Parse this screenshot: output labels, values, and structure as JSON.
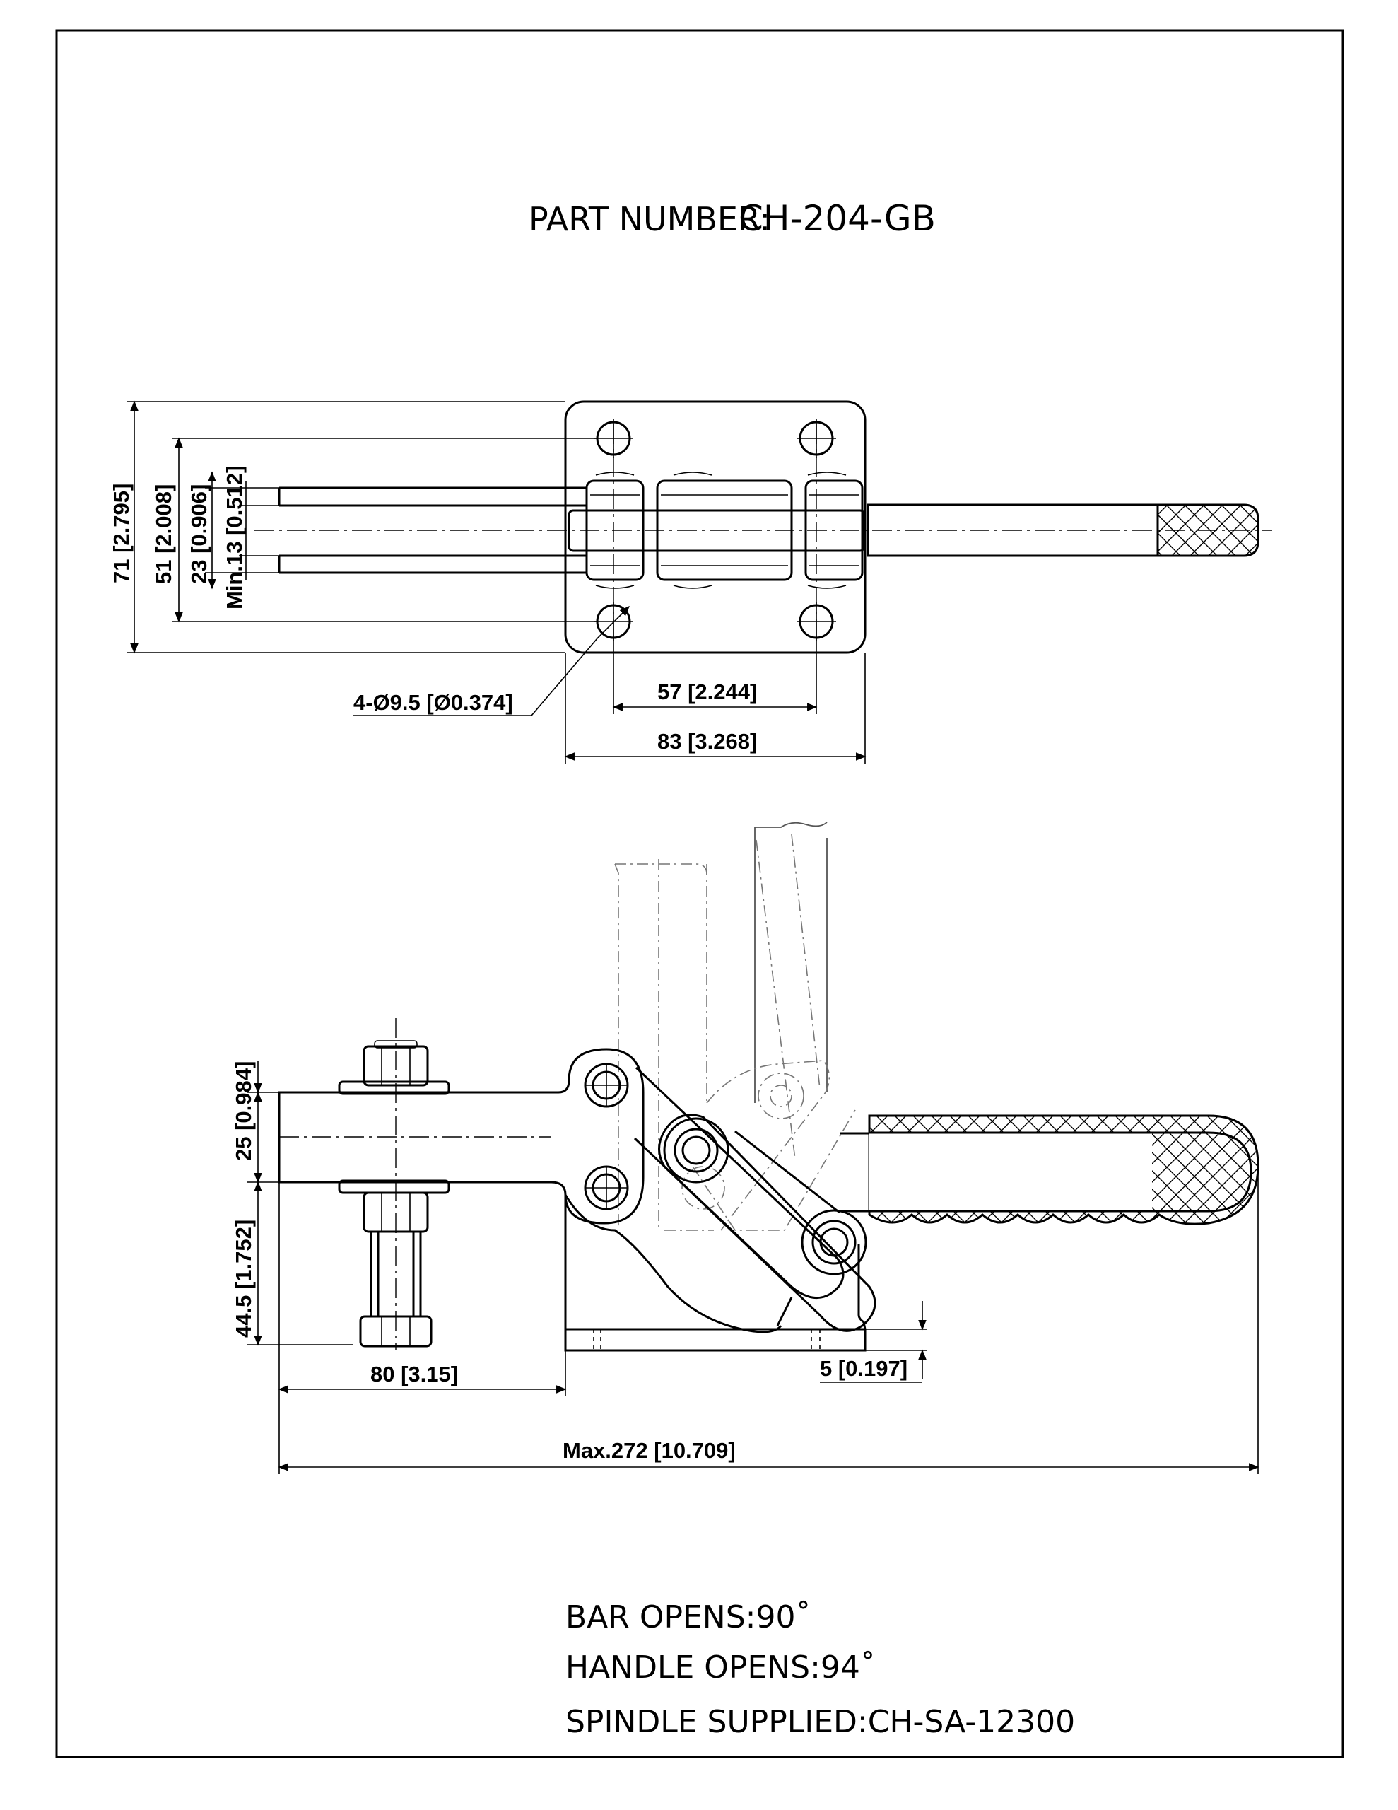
{
  "title": {
    "label": "PART NUMBER:",
    "number": "CH-204-GB"
  },
  "top_view": {
    "dim_height_total": "71 [2.795]",
    "dim_hole_spacing_vertical": "51 [2.008]",
    "dim_bar_width": "23 [0.906]",
    "dim_min_gap": "Min.13 [0.512]",
    "dim_holes": "4-Ø9.5 [Ø0.374]",
    "dim_hole_spacing_horizontal": "57 [2.244]",
    "dim_base_width": "83 [3.268]"
  },
  "side_view": {
    "dim_bar_height": "25 [0.984]",
    "dim_bar_to_base": "44.5 [1.752]",
    "dim_reach": "80 [3.15]",
    "dim_base_thickness": "5 [0.197]",
    "dim_max_length": "Max.272 [10.709]"
  },
  "notes": [
    "BAR OPENS:90˚",
    "HANDLE OPENS:94˚",
    "SPINDLE SUPPLIED:CH-SA-12300"
  ]
}
